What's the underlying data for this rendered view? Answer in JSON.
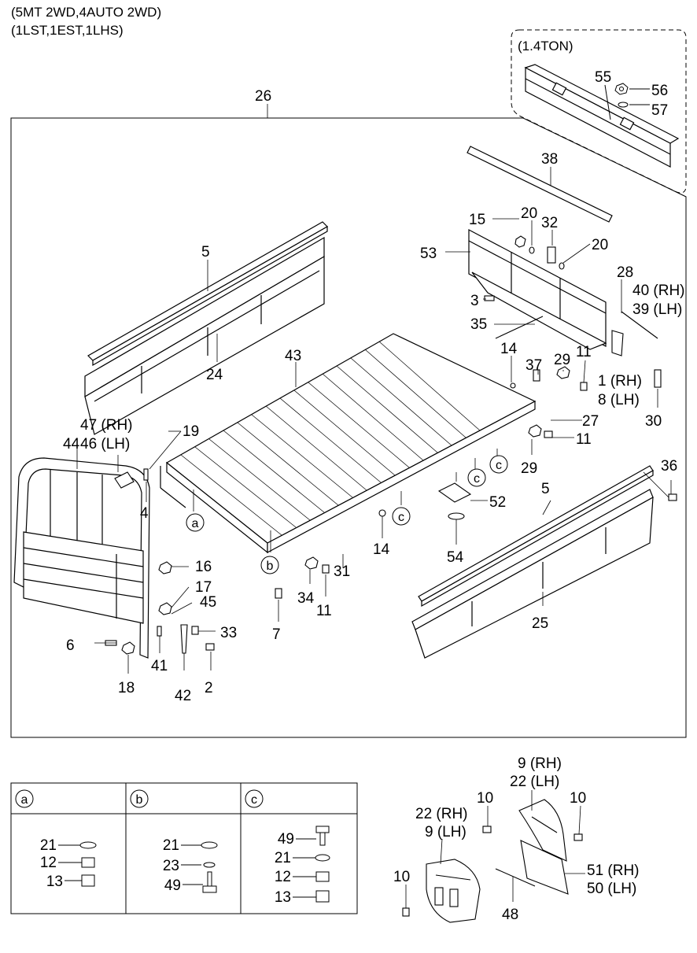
{
  "header": {
    "line1": "(5MT 2WD,4AUTO 2WD)",
    "line2": "(1LST,1EST,1LHS)"
  },
  "inset": {
    "title": "(1.4TON)"
  },
  "labels": {
    "p1_rh": "1 (RH)",
    "p2": "2",
    "p3": "3",
    "p4": "4",
    "p5a": "5",
    "p5b": "5",
    "p6": "6",
    "p7": "7",
    "p8_lh": "8 (LH)",
    "p11a": "11",
    "p11b": "11",
    "p11c": "11",
    "p14a": "14",
    "p14b": "14",
    "p15": "15",
    "p16": "16",
    "p17": "17",
    "p18": "18",
    "p19": "19",
    "p20a": "20",
    "p20b": "20",
    "p24": "24",
    "p25": "25",
    "p26": "26",
    "p27": "27",
    "p28": "28",
    "p29a": "29",
    "p29b": "29",
    "p30": "30",
    "p31": "31",
    "p32": "32",
    "p33": "33",
    "p34": "34",
    "p35": "35",
    "p36": "36",
    "p37": "37",
    "p38": "38",
    "p39_lh": "39 (LH)",
    "p40_rh": "40 (RH)",
    "p41": "41",
    "p42": "42",
    "p43": "43",
    "p44": "44",
    "p45": "45",
    "p46_lh": "46 (LH)",
    "p47_rh": "47 (RH)",
    "p52": "52",
    "p53": "53",
    "p54": "54",
    "p55": "55",
    "p56": "56",
    "p57": "57"
  },
  "callouts": {
    "a": "a",
    "b": "b",
    "c": "c"
  },
  "kits": {
    "a": {
      "tag": "a",
      "items": [
        "21",
        "12",
        "13"
      ]
    },
    "b": {
      "tag": "b",
      "items": [
        "21",
        "23",
        "49"
      ]
    },
    "c": {
      "tag": "c",
      "items": [
        "49",
        "21",
        "12",
        "13"
      ]
    }
  },
  "mudguard": {
    "p9_rh": "9 (RH)",
    "p22_lh": "22 (LH)",
    "p22_rh": "22 (RH)",
    "p9_lh": "9 (LH)",
    "p10a": "10",
    "p10b": "10",
    "p10c": "10",
    "p51_rh": "51 (RH)",
    "p50_lh": "50 (LH)",
    "p48": "48"
  }
}
